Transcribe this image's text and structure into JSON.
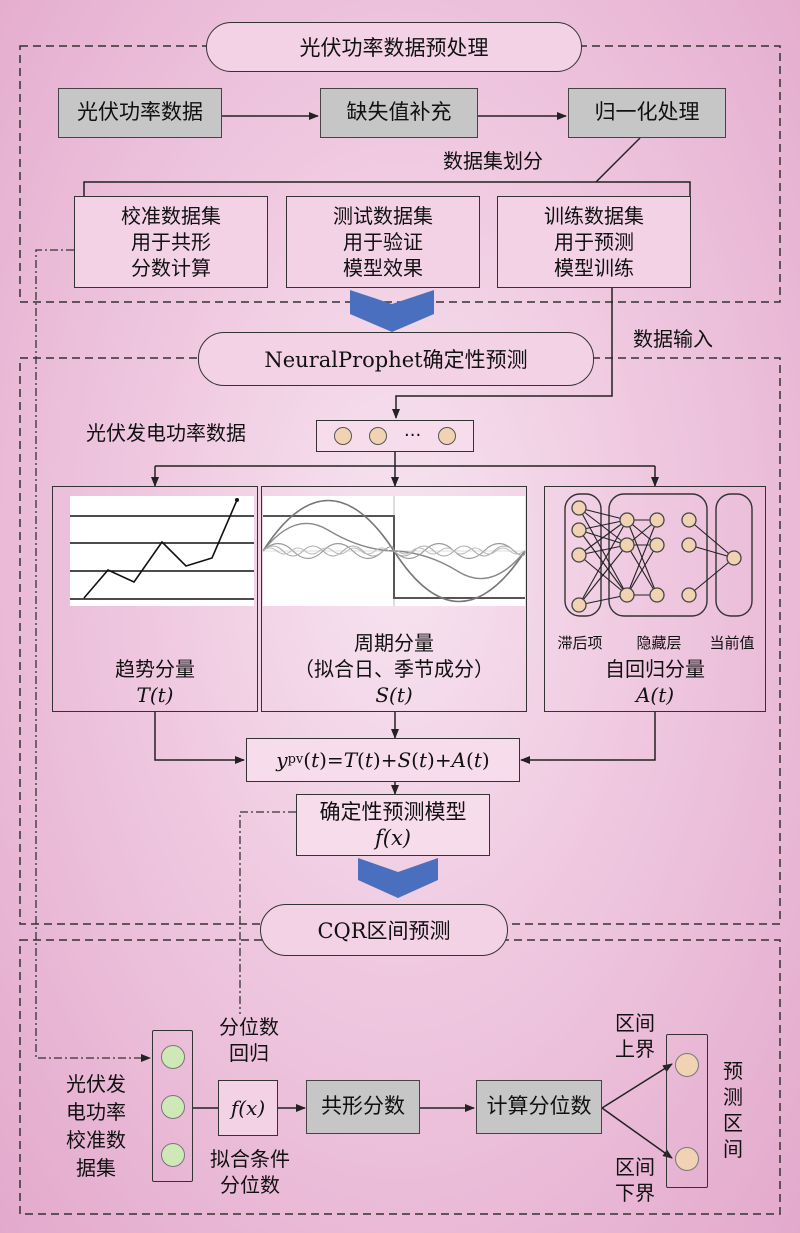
{
  "sections": {
    "preprocess_title": "光伏功率数据预处理",
    "neuralprophet_title": "NeuralProphet确定性预测",
    "cqr_title": "CQR区间预测"
  },
  "preprocess": {
    "raw_data": "光伏功率数据",
    "missing_fill": "缺失值补充",
    "normalize": "归一化处理",
    "split_label": "数据集划分",
    "calib_set": "校准数据集\n用于共形\n分数计算",
    "test_set": "测试数据集\n用于验证\n模型效果",
    "train_set": "训练数据集\n用于预测\n模型训练",
    "data_input": "数据输入"
  },
  "neuralprophet": {
    "pv_data_label": "光伏发电功率数据",
    "dots_ellipsis": "···",
    "trend": {
      "name": "趋势分量",
      "symbol": "T(t)"
    },
    "season": {
      "name": "周期分量\n（拟合日、季节成分）",
      "symbol": "S(t)"
    },
    "ar": {
      "name": "自回归分量",
      "symbol": "A(t)"
    },
    "nn_labels": {
      "lag": "滞后项",
      "hidden": "隐藏层",
      "current": "当前值"
    },
    "formula": "y_pv(t)=T(t)+S(t)+A(t)",
    "model_name": "确定性预测模型",
    "model_symbol": "f(x)"
  },
  "cqr": {
    "calib_data": "光伏发\n电功率\n校准数\n据集",
    "quantile_regression": "分位数\n回归",
    "fx": "f(x)",
    "fit_quantile": "拟合条件\n分位数",
    "conformal_score": "共形分数",
    "calc_quantile": "计算分位数",
    "upper": "区间\n上界",
    "lower": "区间\n下界",
    "interval": "预测\n区间"
  },
  "colors": {
    "box_fill": "#f3d2e6",
    "gray_fill": "#c6c6c6",
    "chevron": "#4a6fbf",
    "node_fill": "#f1d2b3",
    "green_node": "#cfe8b8"
  }
}
